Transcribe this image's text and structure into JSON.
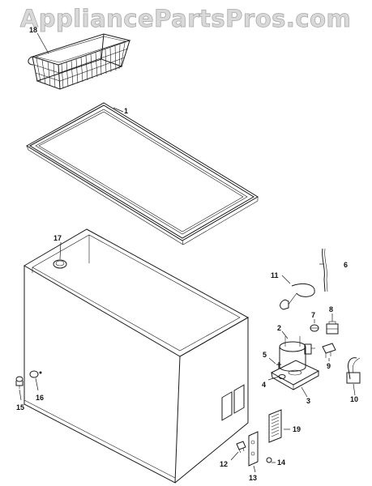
{
  "watermark": "AppliancePartsPros.com",
  "callouts": {
    "p1": "1",
    "p2": "2",
    "p3": "3",
    "p4": "4",
    "p5": "5",
    "p6": "6",
    "p7": "7",
    "p8": "8",
    "p9": "9",
    "p10": "10",
    "p11": "11",
    "p12": "12",
    "p13": "13",
    "p14": "14",
    "p15": "15",
    "p16": "16",
    "p17": "17",
    "p18": "18",
    "p19": "19"
  }
}
